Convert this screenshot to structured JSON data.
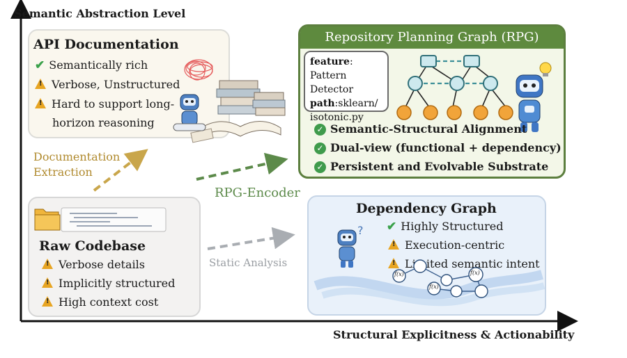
{
  "axes": {
    "y_label": "Semantic Abstraction Level",
    "x_label": "Structural Explicitness & Actionability"
  },
  "api_doc": {
    "title": "API Documentation",
    "items": [
      {
        "status": "check",
        "text": "Semantically rich"
      },
      {
        "status": "warning",
        "text": "Verbose, Unstructured"
      },
      {
        "status": "warning",
        "text": "Hard to support long-"
      },
      {
        "status": "continuation",
        "text": "horizon reasoning"
      }
    ]
  },
  "rpg": {
    "title": "Repository Planning Graph (RPG)",
    "bubble": {
      "feature_key": "feature",
      "feature_value": ": Pattern Detector",
      "path_key": "path",
      "path_value": ":sklearn/ isotonic.py"
    },
    "features": [
      "Semantic-Structural Alignment",
      "Dual-view (functional + dependency)",
      "Persistent and Evolvable Substrate"
    ]
  },
  "raw": {
    "title": "Raw Codebase",
    "items": [
      {
        "status": "warning",
        "text": "Verbose details"
      },
      {
        "status": "warning",
        "text": "Implicitly structured"
      },
      {
        "status": "warning",
        "text": "High context cost"
      }
    ]
  },
  "dep": {
    "title": "Dependency Graph",
    "items": [
      {
        "status": "check",
        "text": "Highly Structured"
      },
      {
        "status": "warning",
        "text": "Execution-centric"
      },
      {
        "status": "warning",
        "text": "Limited semantic intent"
      }
    ],
    "node_label": "f(x)"
  },
  "arrows": {
    "doc_extraction_line1": "Documentation",
    "doc_extraction_line2": "Extraction",
    "rpg_encoder": "RPG-Encoder",
    "static_analysis": "Static Analysis"
  },
  "colors": {
    "rpg_green": "#5e8a3e",
    "doc_arrow": "#c9a64b",
    "encoder_arrow": "#5c8a4a",
    "static_arrow": "#a9adb2",
    "warning": "#e8a522",
    "check": "#3aa14a"
  }
}
